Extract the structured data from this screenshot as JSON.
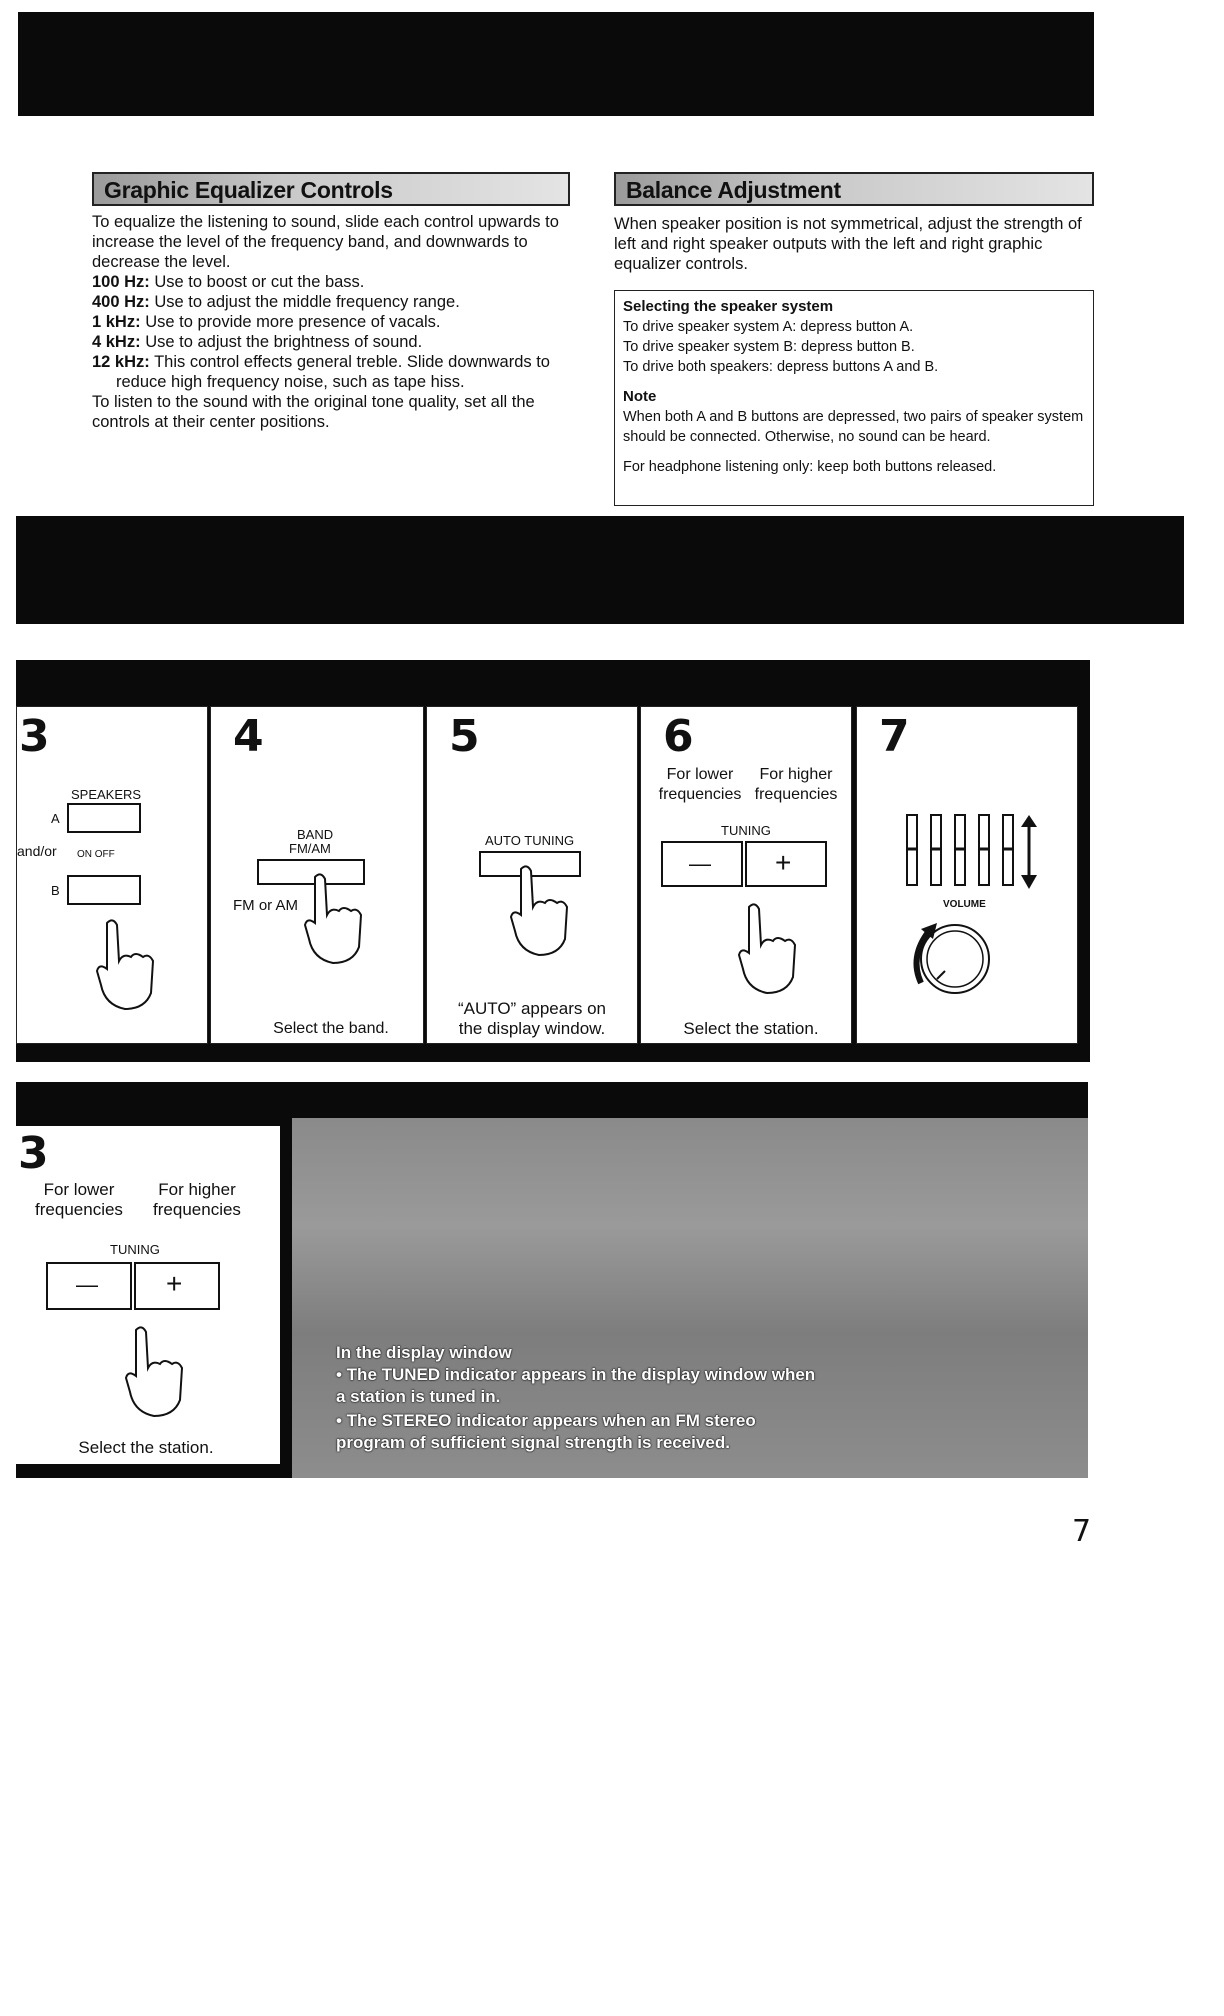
{
  "graphic_eq": {
    "title": "Graphic Equalizer Controls",
    "intro": "To equalize the listening to sound, slide each control upwards to increase the level of the frequency band, and downwards to decrease the level.",
    "items": [
      {
        "freq": "100 Hz:",
        "text": " Use to boost or cut the bass."
      },
      {
        "freq": "400 Hz:",
        "text": " Use to adjust the middle frequency range."
      },
      {
        "freq": "1 kHz:",
        "text": " Use to provide more presence of vacals."
      },
      {
        "freq": "4 kHz:",
        "text": " Use to adjust the brightness of sound."
      },
      {
        "freq": "12 kHz:",
        "text": " This control effects general treble. Slide downwards to reduce high frequency noise, such as tape hiss."
      }
    ],
    "outro": "To listen to the sound with the original tone quality, set all the controls at their center positions."
  },
  "balance": {
    "title": "Balance Adjustment",
    "intro": "When speaker position is not symmetrical, adjust the strength of left and right speaker outputs with the left and right graphic equalizer controls.",
    "box": {
      "heading": "Selecting the speaker system",
      "lines": [
        "To drive speaker system A: depress button A.",
        "To drive speaker system B: depress button B.",
        "To drive both speakers: depress buttons A and B."
      ],
      "note_heading": "Note",
      "note_text": "When both A and B buttons are depressed, two pairs of speaker system should be connected. Otherwise, no sound can be heard.",
      "headphone": "For headphone listening only: keep both buttons released."
    }
  },
  "steps_top": [
    {
      "num": "3",
      "speakers": "SPEAKERS",
      "a": "A",
      "andor": "and/or",
      "on_off": "ON  OFF",
      "b": "B"
    },
    {
      "num": "4",
      "band": "BAND",
      "fm_am": "FM/AM",
      "side": "FM or AM",
      "caption": "Select the band."
    },
    {
      "num": "5",
      "label": "AUTO  TUNING",
      "caption": "“AUTO” appears on the display window."
    },
    {
      "num": "6",
      "lower": "For lower frequencies",
      "higher": "For higher frequencies",
      "tuning": "TUNING",
      "minus": "—",
      "plus": "+",
      "caption": "Select the station."
    },
    {
      "num": "7",
      "volume": "VOLUME"
    }
  ],
  "step_bottom": {
    "num": "3",
    "lower": "For lower frequencies",
    "higher": "For higher frequencies",
    "tuning": "TUNING",
    "minus": "—",
    "plus": "+",
    "caption": "Select the station."
  },
  "display_note": {
    "heading": "In the display window",
    "bullet1": "• The TUNED indicator appears in the display window when a station is tuned in.",
    "bullet2": "• The STEREO indicator appears when an FM stereo program of sufficient signal strength is received."
  },
  "page_number": "7"
}
